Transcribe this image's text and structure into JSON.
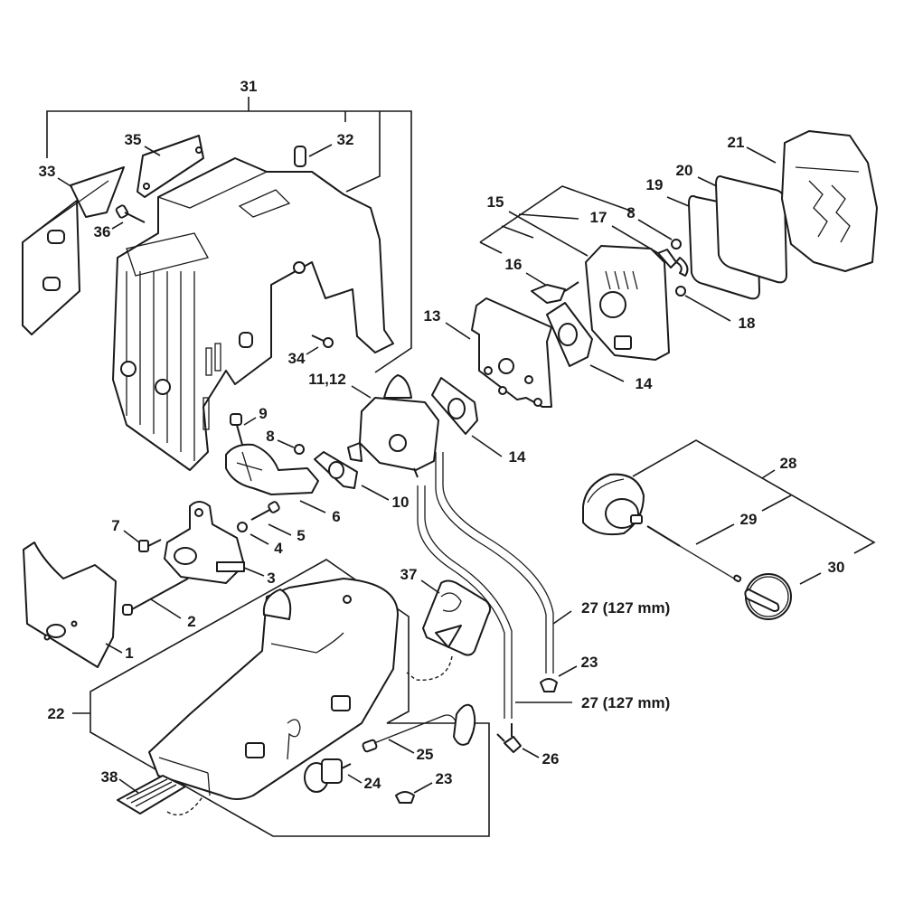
{
  "diagram": {
    "title": "Exploded parts diagram – housing, carburetor, air filter, muffler, fuel tank and starter",
    "colors": {
      "line": "#1a1a1a",
      "background": "#ffffff"
    },
    "callouts": {
      "c1": "1",
      "c2": "2",
      "c3": "3",
      "c4": "4",
      "c5": "5",
      "c6": "6",
      "c7": "7",
      "c8a": "8",
      "c8b": "8",
      "c9": "9",
      "c10": "10",
      "c11_12": "11,12",
      "c13": "13",
      "c14a": "14",
      "c14b": "14",
      "c15": "15",
      "c16": "16",
      "c17": "17",
      "c18": "18",
      "c19": "19",
      "c20": "20",
      "c21": "21",
      "c22": "22",
      "c23a": "23",
      "c23b": "23",
      "c24": "24",
      "c25": "25",
      "c26": "26",
      "c27a": "27 (127 mm)",
      "c27b": "27 (127 mm)",
      "c28": "28",
      "c29": "29",
      "c30": "30",
      "c31": "31",
      "c32": "32",
      "c33": "33",
      "c34": "34",
      "c35": "35",
      "c36": "36",
      "c37": "37",
      "c38": "38"
    },
    "parts": [
      {
        "id": "1",
        "name": "baffle-plate"
      },
      {
        "id": "2",
        "name": "long-screw"
      },
      {
        "id": "3",
        "name": "mounting-bracket"
      },
      {
        "id": "4",
        "name": "washer"
      },
      {
        "id": "5",
        "name": "screw"
      },
      {
        "id": "6",
        "name": "throttle-linkage"
      },
      {
        "id": "7",
        "name": "short-screw"
      },
      {
        "id": "8",
        "name": "nut"
      },
      {
        "id": "9",
        "name": "cap-screw"
      },
      {
        "id": "10",
        "name": "gasket"
      },
      {
        "id": "11,12",
        "name": "carburetor"
      },
      {
        "id": "13",
        "name": "heat-shield-plate"
      },
      {
        "id": "14",
        "name": "gasket"
      },
      {
        "id": "15",
        "name": "air-filter-base"
      },
      {
        "id": "16",
        "name": "choke-lever"
      },
      {
        "id": "17",
        "name": "bracket"
      },
      {
        "id": "18",
        "name": "nut"
      },
      {
        "id": "19",
        "name": "filter-element"
      },
      {
        "id": "20",
        "name": "filter-element"
      },
      {
        "id": "21",
        "name": "air-filter-cover"
      },
      {
        "id": "22",
        "name": "fuel-tank"
      },
      {
        "id": "23",
        "name": "grommet"
      },
      {
        "id": "24",
        "name": "tank-vent"
      },
      {
        "id": "25",
        "name": "pickup-body"
      },
      {
        "id": "26",
        "name": "elbow-connector"
      },
      {
        "id": "27",
        "name": "fuel-line",
        "length": "127 mm"
      },
      {
        "id": "28",
        "name": "starter-assembly"
      },
      {
        "id": "29",
        "name": "starter-rope"
      },
      {
        "id": "30",
        "name": "starter-grip"
      },
      {
        "id": "31",
        "name": "shroud-assembly"
      },
      {
        "id": "32",
        "name": "sleeve"
      },
      {
        "id": "33",
        "name": "side-cover"
      },
      {
        "id": "34",
        "name": "screw"
      },
      {
        "id": "35",
        "name": "plate"
      },
      {
        "id": "36",
        "name": "screw"
      },
      {
        "id": "37",
        "name": "warning-label"
      },
      {
        "id": "38",
        "name": "label"
      }
    ]
  }
}
